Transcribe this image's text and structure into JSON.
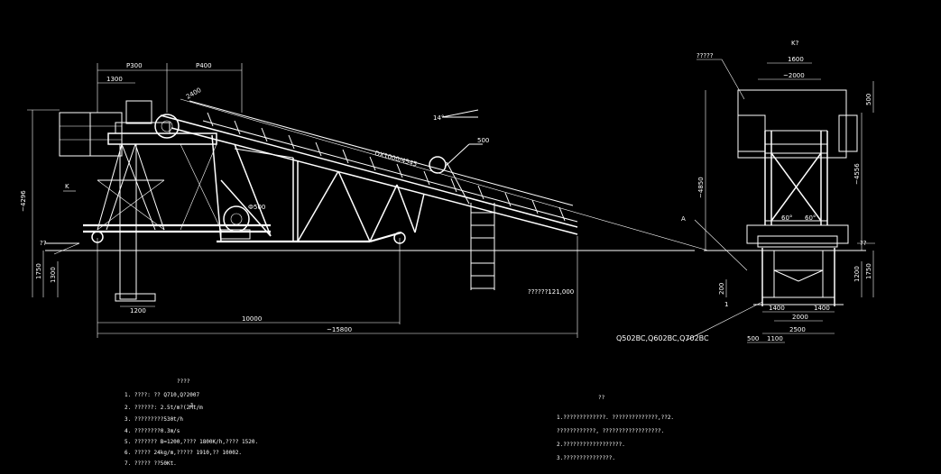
{
  "side_view": {
    "dims": {
      "p300": "P300",
      "p400": "P400",
      "d1300": "1300",
      "d2400": "2400",
      "total_height": "~4296",
      "h1750": "1750",
      "h1300": "1300",
      "w1200": "1200",
      "w10000": "10000",
      "w15800": "~15800",
      "k_label": "K",
      "angle_label": "14°",
      "conveyor_label": "DX1000/4545",
      "pulley_label": "500",
      "drum_label": "Ф500",
      "ground_label": "??",
      "elevation_label": "??????121,000"
    }
  },
  "end_view": {
    "dims": {
      "top_label": "K?",
      "d1600": "1600",
      "d2000": "~2000",
      "d500": "500",
      "h4850": "~4850",
      "h4556": "~4556",
      "h1750": "1750",
      "h1200": "1200",
      "h200": "200",
      "a_label": "A",
      "leader_top": "?????",
      "angle_left": "60°",
      "angle_right": "60°",
      "w1400a": "1400",
      "w1400b": "1400",
      "w2000": "2000",
      "w2500": "2500",
      "w1100": "1100",
      "w500": "500",
      "n1": "1",
      "ground": "??",
      "model_label": "Q502BC,Q602BC,Q702BC"
    }
  },
  "notes_left": {
    "title": "????",
    "items": [
      "1. ????: ?? Q710,Q?2007",
      "2. ??????: 2.5t/m?(2Mt/m",
      "3. ?????????530t/h",
      "4. ????????0.3m/s",
      "5. ??????? B=1200,???? 1800K/h,???? 1520.",
      "6. ????? 24kg/m,????? 1910,?? 10002.",
      "7. ????? ??50Kt."
    ],
    "superscript": "3"
  },
  "notes_right": {
    "title": "??",
    "items": [
      "1.?????????????. ??????????????,??2.",
      "  ????????????, ??????????????????.",
      "2.??????????????????.",
      "3.???????????????."
    ]
  }
}
